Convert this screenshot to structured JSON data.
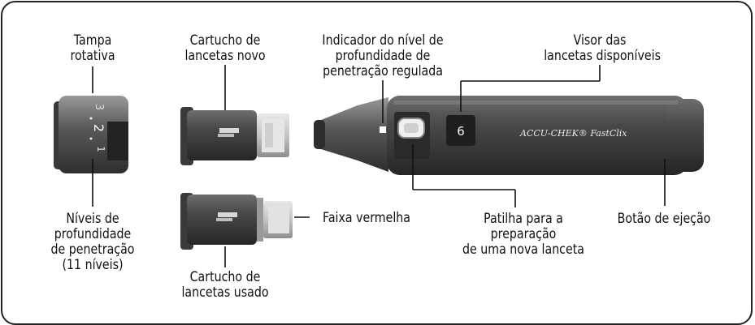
{
  "labels": {
    "tampa": [
      "Tampa",
      "rotativa"
    ],
    "niveis": [
      "Níveis de",
      "profundidade",
      "de penetração",
      "(11 níveis)"
    ],
    "cartucho_novo": [
      "Cartucho de",
      "lancetas novo"
    ],
    "cartucho_usado": [
      "Cartucho de",
      "lancetas usado"
    ],
    "faixa": "Faixa vermelha",
    "indicador": [
      "Indicador do nível de",
      "profundidade de",
      "penetração regulada"
    ],
    "visor": [
      "Visor das",
      "lancetas disponíveis"
    ],
    "patilha": [
      "Patilha para a",
      "preparação",
      "de uma nova lanceta"
    ],
    "botao": "Botão de ejeção"
  },
  "device": {
    "brand_text": "ACCU-CHEK® FastClix",
    "window_number": "6",
    "dial_numbers": [
      "3",
      "2",
      "1"
    ]
  },
  "colors": {
    "body": "#3a3a3a",
    "body_light": "#6a6a6a",
    "gray_cap": "#bdbdbd",
    "line": "#111111"
  }
}
